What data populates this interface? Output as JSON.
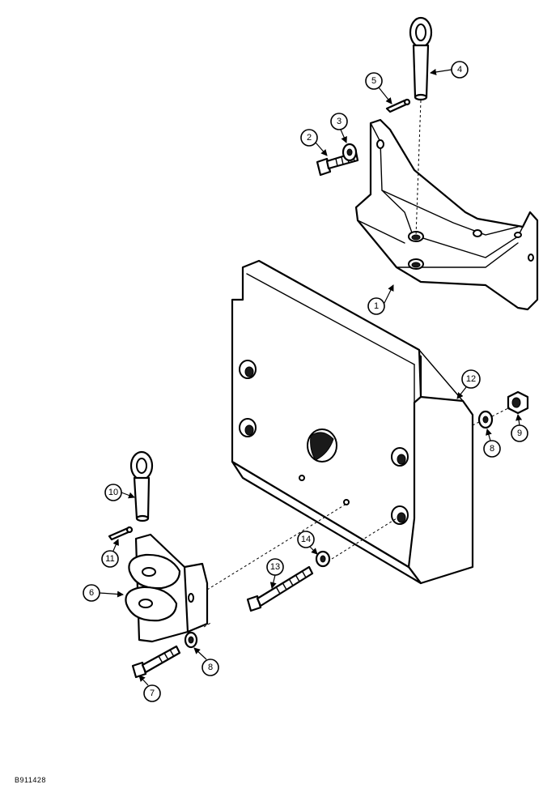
{
  "figure_code": "B911428",
  "callouts": {
    "c1": "1",
    "c2": "2",
    "c3": "3",
    "c4": "4",
    "c5": "5",
    "c6": "6",
    "c7": "7",
    "c8a": "8",
    "c8b": "8",
    "c9": "9",
    "c10": "10",
    "c11": "11",
    "c12": "12",
    "c13": "13",
    "c14": "14"
  }
}
